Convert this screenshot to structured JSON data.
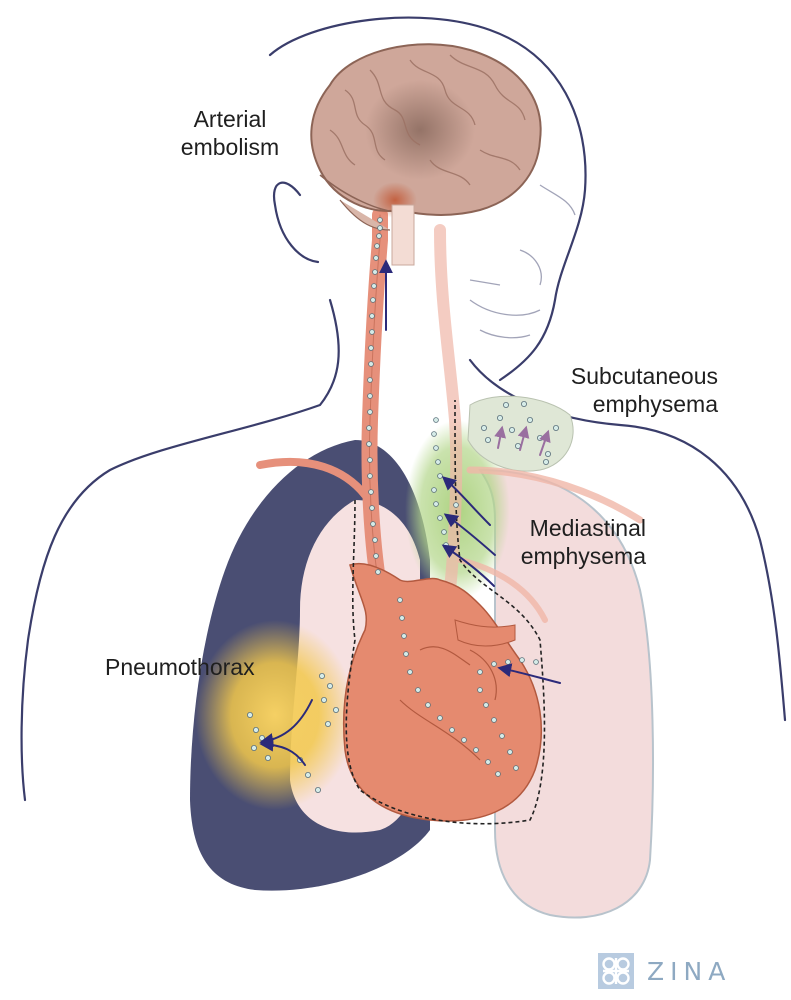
{
  "labels": {
    "arterial_embolism": [
      "Arterial",
      "embolism"
    ],
    "subcutaneous_emphysema": [
      "Subcutaneous",
      "emphysema"
    ],
    "mediastinal_emphysema": [
      "Mediastinal",
      "emphysema"
    ],
    "pneumothorax": "Pneumothorax"
  },
  "logo": {
    "text": "ZINA",
    "icon": "knot-icon"
  },
  "colors": {
    "outline": "#3a3d6b",
    "pneumothorax_cavity": "#4a4e73",
    "lung": "#f3dcdc",
    "heart": "#e58a6f",
    "vessel": "#e6907b",
    "brain": "#cfa79a",
    "mediastinal_air": "#b3d68a",
    "pneumothorax_air": "#f2c84b",
    "bubble": "#d6ece8",
    "arrow": "#2b2a7a"
  }
}
